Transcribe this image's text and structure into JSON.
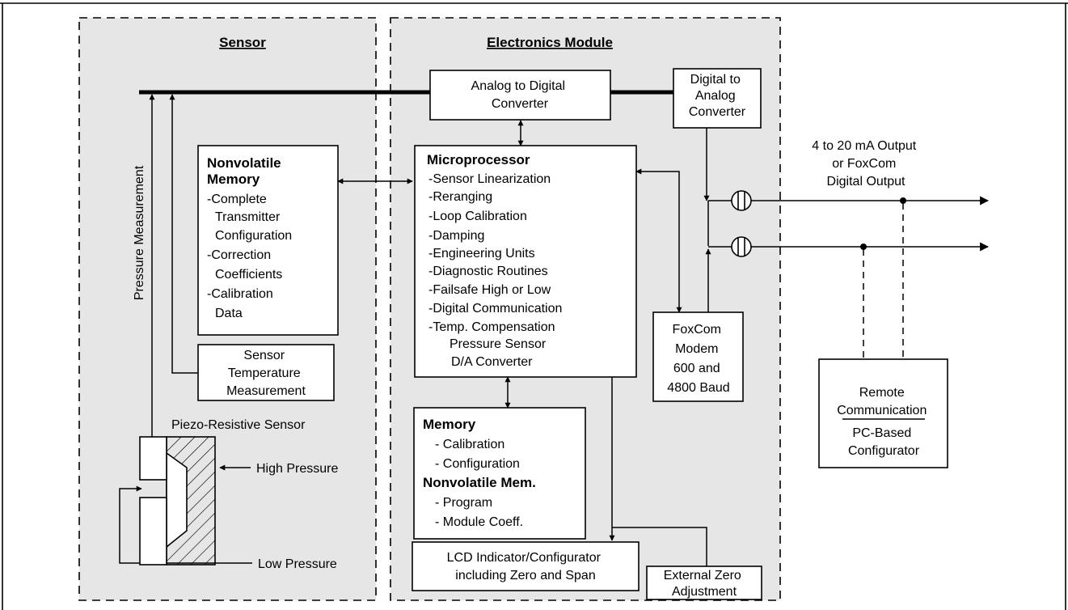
{
  "colors": {
    "region_fill": "#e6e6e6",
    "box_fill": "#ffffff",
    "line": "#000000",
    "background": "#ffffff"
  },
  "regions": {
    "sensor": "Sensor",
    "electronics": "Electronics Module"
  },
  "blocks": {
    "adc": [
      "Analog to Digital",
      "Converter"
    ],
    "dac": [
      "Digital to",
      "Analog",
      "Converter"
    ],
    "nvm": {
      "title": [
        "Nonvolatile",
        "Memory"
      ],
      "items": [
        "-Complete",
        "Transmitter",
        "Configuration",
        "-Correction",
        "Coefficients",
        "-Calibration",
        "Data"
      ]
    },
    "micro": {
      "title": "Microprocessor",
      "items": [
        "-Sensor Linearization",
        "-Reranging",
        "-Loop Calibration",
        "-Damping",
        "-Engineering Units",
        "-Diagnostic Routines",
        "-Failsafe High or Low",
        "-Digital Communication",
        "-Temp. Compensation"
      ],
      "subitems": [
        "Pressure Sensor",
        "D/A Converter"
      ]
    },
    "temp": [
      "Sensor",
      "Temperature",
      "Measurement"
    ],
    "foxcom": [
      "FoxCom",
      "Modem",
      "600 and",
      "4800 Baud"
    ],
    "memory": {
      "title": "Memory",
      "items": [
        "- Calibration",
        "- Configuration"
      ],
      "title2": "Nonvolatile Mem.",
      "items2": [
        "- Program",
        "- Module Coeff."
      ]
    },
    "lcd": [
      "LCD Indicator/Configurator",
      "including Zero and Span"
    ],
    "ext_zero": [
      "External Zero",
      "Adjustment"
    ],
    "remote": {
      "title": [
        "Remote",
        "Communication"
      ],
      "sub": [
        "PC-Based",
        "Configurator"
      ]
    }
  },
  "labels": {
    "pressure_measurement": "Pressure Measurement",
    "piezo": "Piezo-Resistive Sensor",
    "high_pressure": "High Pressure",
    "low_pressure": "Low Pressure",
    "output": [
      "4 to 20 mA Output",
      "or FoxCom",
      "Digital Output"
    ]
  }
}
